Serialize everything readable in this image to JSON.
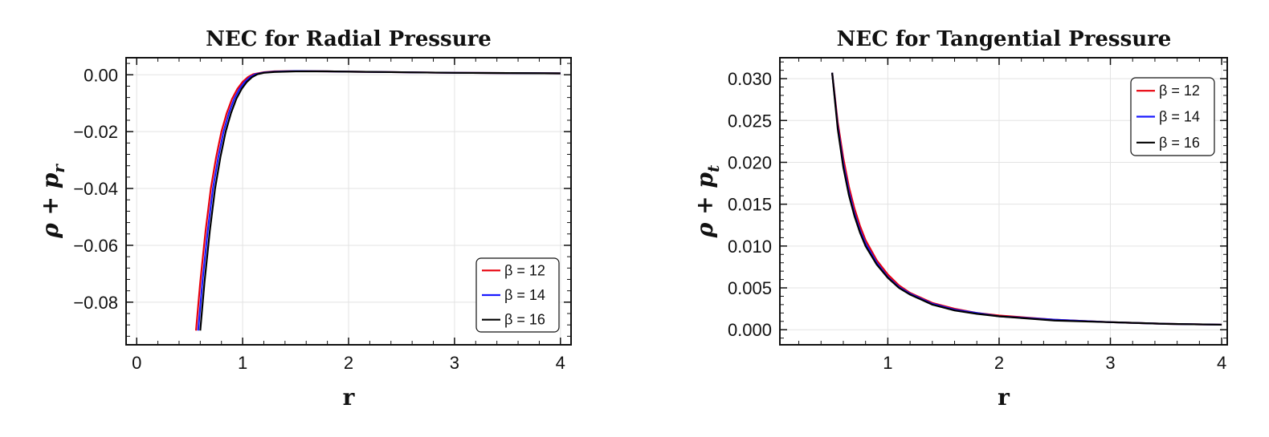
{
  "chart_data": [
    {
      "type": "line",
      "title": "NEC for Radial Pressure",
      "xlabel": "r",
      "ylabel": "ρ + p",
      "ylabel_sub": "r",
      "xlim": [
        -0.1,
        4.1
      ],
      "ylim": [
        -0.095,
        0.006
      ],
      "xticks": [
        0,
        1,
        2,
        3,
        4
      ],
      "xtick_labels": [
        "0",
        "1",
        "2",
        "3",
        "4"
      ],
      "yticks": [
        0.0,
        -0.02,
        -0.04,
        -0.06,
        -0.08
      ],
      "ytick_labels": [
        "0.00",
        "−0.02",
        "−0.04",
        "−0.06",
        "−0.08"
      ],
      "grid": true,
      "legend_position": "bottom-right",
      "series": [
        {
          "name": "β = 12",
          "color": "#e8000b",
          "x": [
            0.56,
            0.6,
            0.65,
            0.7,
            0.75,
            0.8,
            0.85,
            0.9,
            0.95,
            1.0,
            1.05,
            1.1,
            1.2,
            1.3,
            1.5,
            1.8,
            2.0,
            2.5,
            3.0,
            3.5,
            4.0
          ],
          "y": [
            -0.09,
            -0.073,
            -0.055,
            -0.04,
            -0.029,
            -0.02,
            -0.0135,
            -0.0085,
            -0.005,
            -0.0025,
            -0.0008,
            0.0002,
            0.0009,
            0.0012,
            0.0013,
            0.0012,
            0.0011,
            0.0009,
            0.0007,
            0.0006,
            0.0005
          ]
        },
        {
          "name": "β = 14",
          "color": "#1a1aff",
          "x": [
            0.58,
            0.62,
            0.67,
            0.72,
            0.77,
            0.82,
            0.87,
            0.92,
            0.97,
            1.02,
            1.07,
            1.12,
            1.2,
            1.3,
            1.5,
            1.8,
            2.0,
            2.5,
            3.0,
            3.5,
            4.0
          ],
          "y": [
            -0.09,
            -0.073,
            -0.055,
            -0.04,
            -0.029,
            -0.02,
            -0.0135,
            -0.0085,
            -0.005,
            -0.0025,
            -0.0008,
            0.0002,
            0.0008,
            0.0011,
            0.0013,
            0.0012,
            0.0011,
            0.0009,
            0.0007,
            0.0006,
            0.0005
          ]
        },
        {
          "name": "β = 16",
          "color": "#000000",
          "x": [
            0.6,
            0.64,
            0.69,
            0.74,
            0.79,
            0.84,
            0.89,
            0.94,
            0.99,
            1.04,
            1.09,
            1.14,
            1.2,
            1.3,
            1.5,
            1.8,
            2.0,
            2.5,
            3.0,
            3.5,
            4.0
          ],
          "y": [
            -0.09,
            -0.073,
            -0.055,
            -0.04,
            -0.029,
            -0.02,
            -0.0135,
            -0.0085,
            -0.005,
            -0.0025,
            -0.0008,
            0.0002,
            0.0007,
            0.001,
            0.0012,
            0.0012,
            0.0011,
            0.0009,
            0.0007,
            0.0006,
            0.0005
          ]
        }
      ]
    },
    {
      "type": "line",
      "title": "NEC for Tangential Pressure",
      "xlabel": "r",
      "ylabel": "ρ + p",
      "ylabel_sub": "t",
      "xlim": [
        0.03,
        4.05
      ],
      "ylim": [
        -0.0018,
        0.0325
      ],
      "xticks": [
        1,
        2,
        3,
        4
      ],
      "xtick_labels": [
        "1",
        "2",
        "3",
        "4"
      ],
      "yticks": [
        0.0,
        0.005,
        0.01,
        0.015,
        0.02,
        0.025,
        0.03
      ],
      "ytick_labels": [
        "0.000",
        "0.005",
        "0.010",
        "0.015",
        "0.020",
        "0.025",
        "0.030"
      ],
      "grid": true,
      "legend_position": "top-right",
      "series": [
        {
          "name": "β = 12",
          "color": "#e8000b",
          "x": [
            0.5,
            0.55,
            0.6,
            0.65,
            0.7,
            0.75,
            0.8,
            0.9,
            1.0,
            1.1,
            1.2,
            1.4,
            1.6,
            1.8,
            2.0,
            2.5,
            3.0,
            3.5,
            4.0
          ],
          "y": [
            0.0307,
            0.0248,
            0.0205,
            0.0171,
            0.0145,
            0.0124,
            0.0107,
            0.0083,
            0.0066,
            0.0053,
            0.0044,
            0.0032,
            0.0025,
            0.002,
            0.0017,
            0.0012,
            0.0009,
            0.0007,
            0.0006
          ]
        },
        {
          "name": "β = 14",
          "color": "#1a1aff",
          "x": [
            0.5,
            0.55,
            0.6,
            0.65,
            0.7,
            0.75,
            0.8,
            0.9,
            1.0,
            1.1,
            1.2,
            1.4,
            1.6,
            1.8,
            2.0,
            2.5,
            3.0,
            3.5,
            4.0
          ],
          "y": [
            0.0307,
            0.0243,
            0.0198,
            0.0165,
            0.0139,
            0.0119,
            0.0103,
            0.008,
            0.0063,
            0.0051,
            0.0043,
            0.0031,
            0.0024,
            0.002,
            0.0016,
            0.0012,
            0.0009,
            0.0007,
            0.0006
          ]
        },
        {
          "name": "β = 16",
          "color": "#000000",
          "x": [
            0.5,
            0.55,
            0.6,
            0.65,
            0.7,
            0.75,
            0.8,
            0.9,
            1.0,
            1.1,
            1.2,
            1.4,
            1.6,
            1.8,
            2.0,
            2.5,
            3.0,
            3.5,
            4.0
          ],
          "y": [
            0.0307,
            0.024,
            0.0194,
            0.0161,
            0.0136,
            0.0116,
            0.01,
            0.0078,
            0.0062,
            0.005,
            0.0042,
            0.003,
            0.0023,
            0.0019,
            0.0016,
            0.0011,
            0.0009,
            0.0007,
            0.0006
          ]
        }
      ]
    }
  ]
}
